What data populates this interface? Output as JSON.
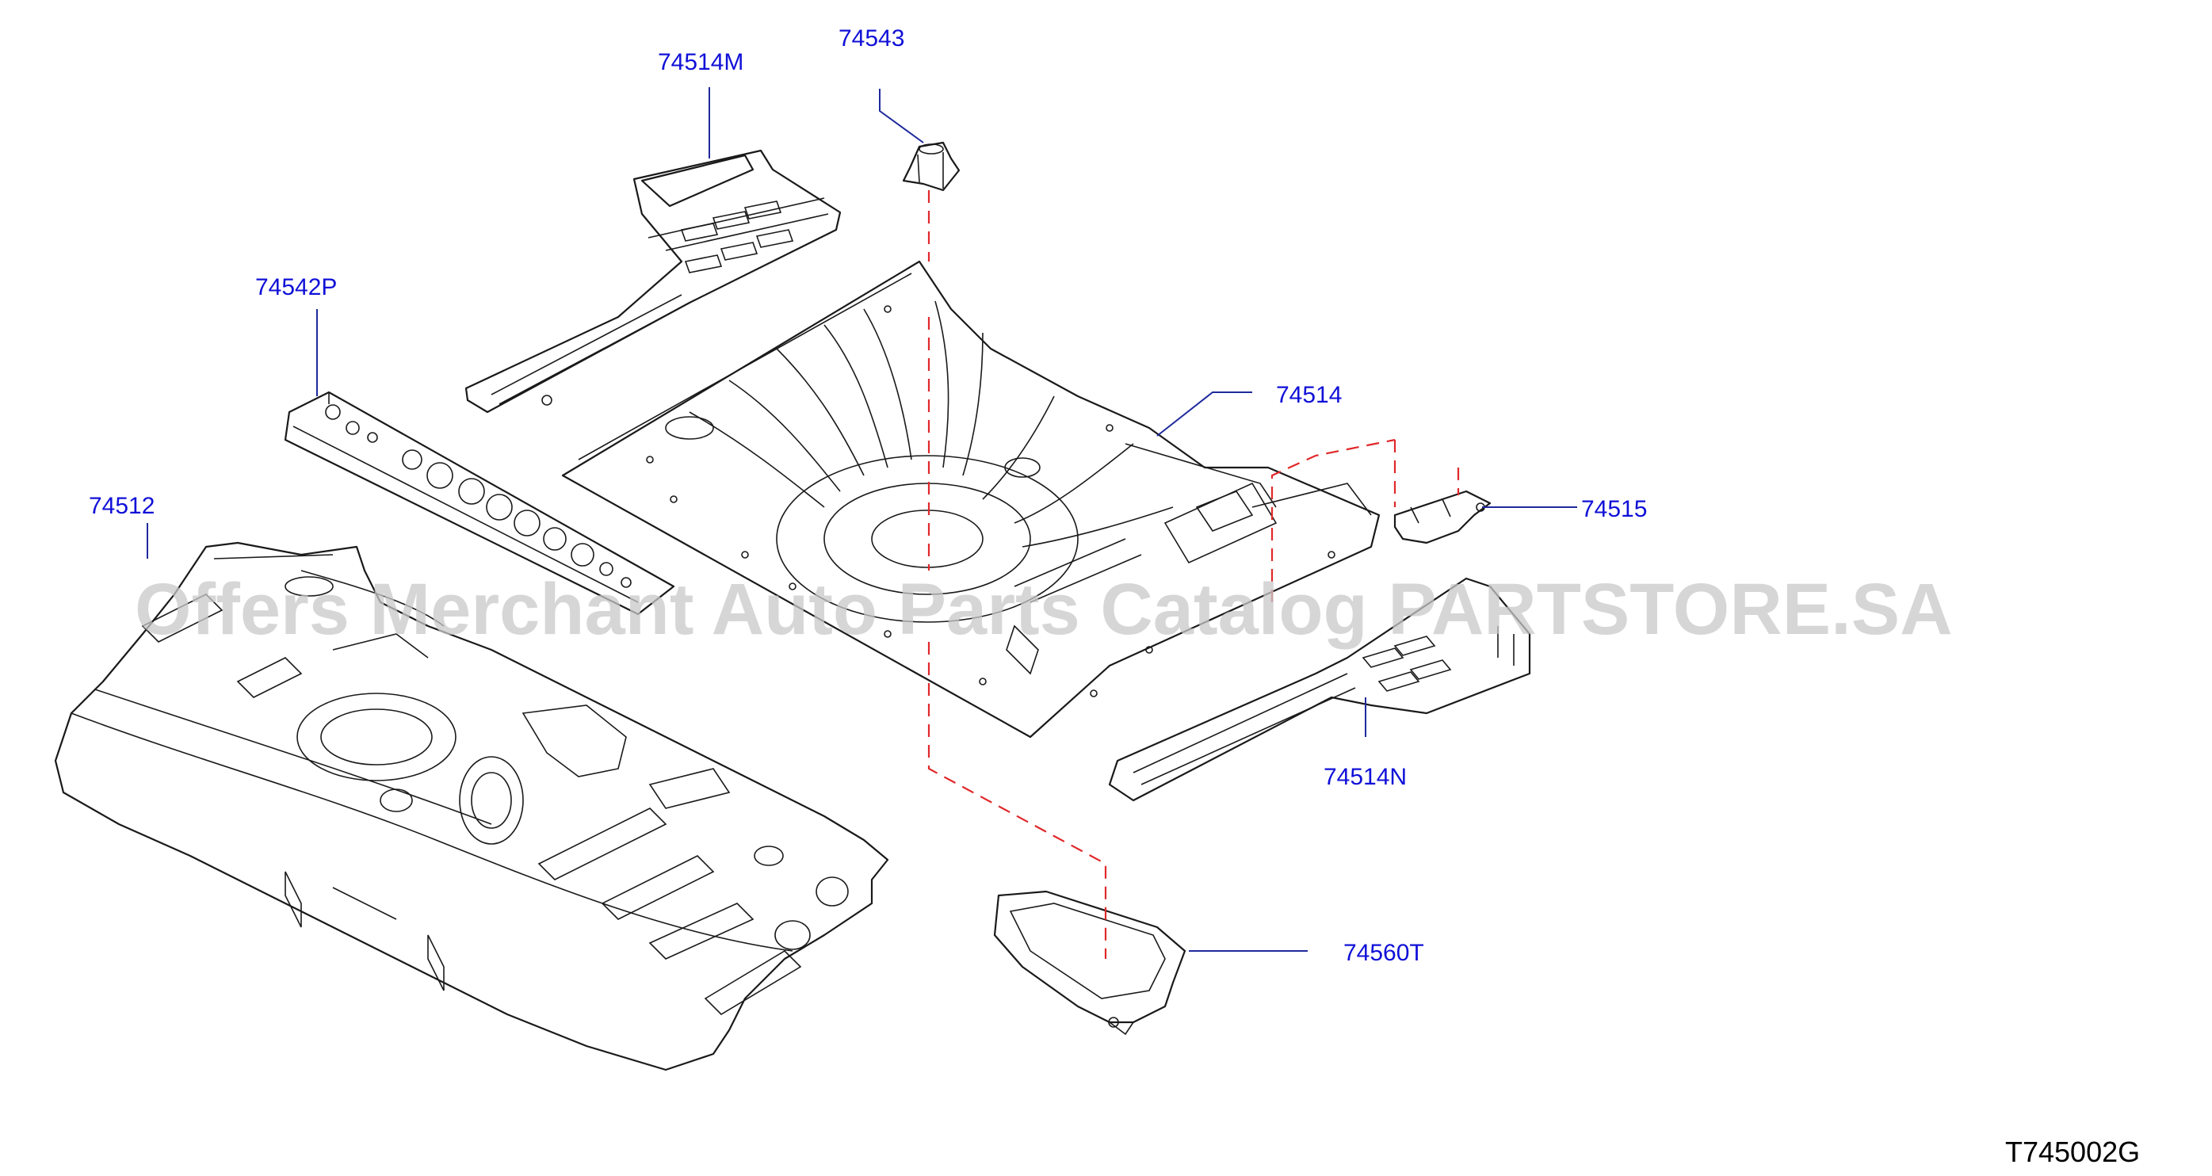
{
  "watermark": "Offers Merchant Auto Parts Catalog PARTSTORE.SA",
  "diagram_code": "T745002G",
  "callouts": {
    "p74514m": "74514M",
    "p74543": "74543",
    "p74542p": "74542P",
    "p74514": "74514",
    "p74512": "74512",
    "p74515": "74515",
    "p74514n": "74514N",
    "p74560t": "74560T"
  },
  "colors": {
    "callout_text": "#1010d8",
    "leader_line": "#1f2a9c",
    "assembly_dash": "#e0282a",
    "line_art": "#1a1a1a",
    "watermark": "#c8c8c8"
  }
}
